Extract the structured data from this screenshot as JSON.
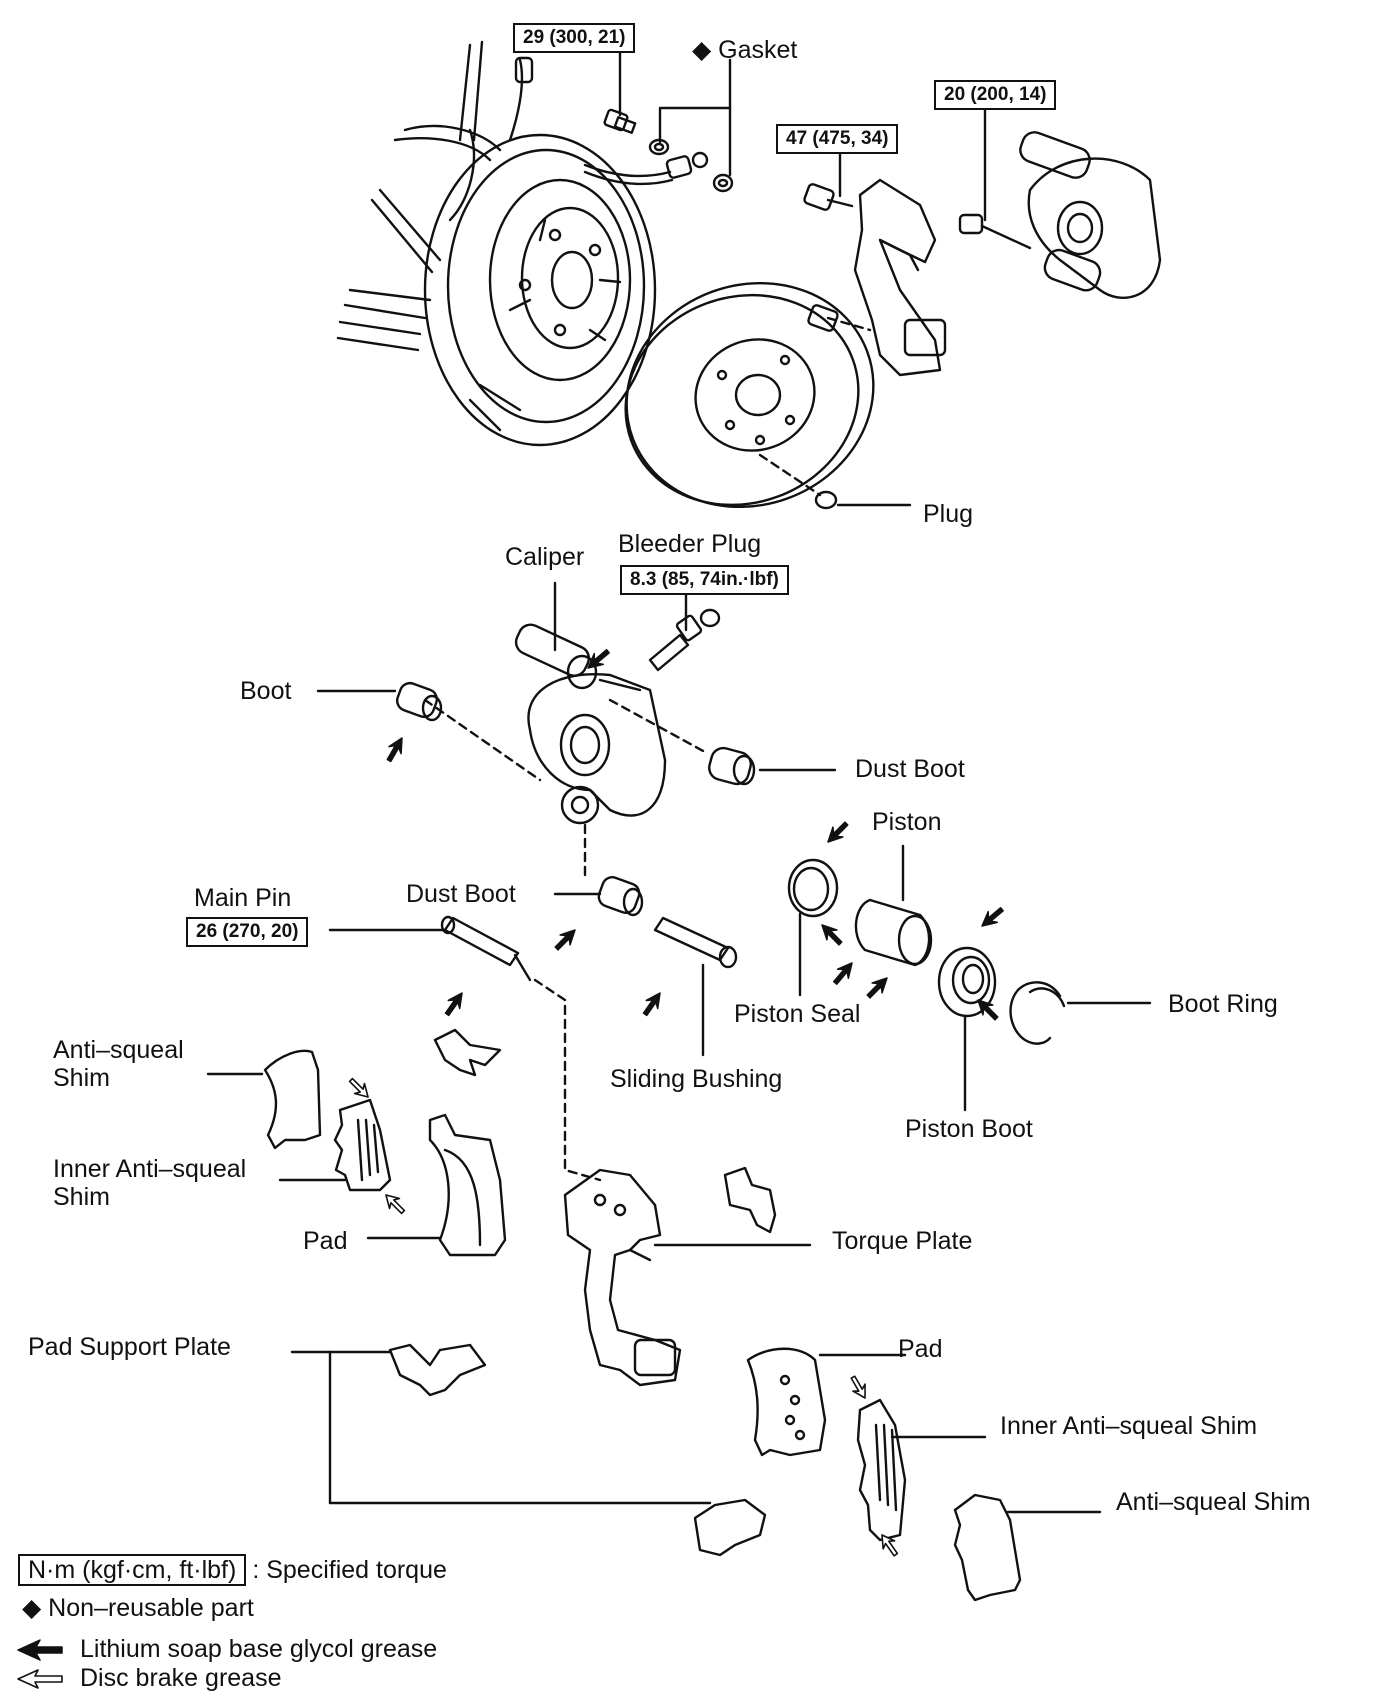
{
  "torque_specs": {
    "top_left": "29 (300, 21)",
    "upper_right": "20 (200, 14)",
    "middle": "47 (475, 34)",
    "bleeder": "8.3 (85, 74in.·lbf)",
    "main_pin": "26 (270, 20)"
  },
  "labels": {
    "gasket": "◆ Gasket",
    "plug": "Plug",
    "caliper": "Caliper",
    "bleeder_plug": "Bleeder Plug",
    "boot": "Boot",
    "dust_boot_right": "Dust Boot",
    "piston": "Piston",
    "main_pin": "Main Pin",
    "dust_boot_center": "Dust Boot",
    "piston_seal": "Piston Seal",
    "boot_ring": "Boot Ring",
    "sliding_bushing": "Sliding Bushing",
    "anti_squeal_shim_left": "Anti–squeal\nShim",
    "inner_anti_squeal_shim_left": "Inner Anti–squeal\nShim",
    "piston_boot": "Piston Boot",
    "pad_left": "Pad",
    "torque_plate": "Torque Plate",
    "pad_support_plate": "Pad Support Plate",
    "pad_right": "Pad",
    "inner_anti_squeal_shim_right": "Inner Anti–squeal Shim",
    "anti_squeal_shim_right": "Anti–squeal Shim"
  },
  "legend": {
    "torque_box": "N·m (kgf·cm, ft·lbf)",
    "torque_text": ": Specified torque",
    "non_reusable": "◆ Non–reusable part",
    "lithium": "Lithium soap base glycol grease",
    "disc_brake": "Disc brake grease"
  }
}
